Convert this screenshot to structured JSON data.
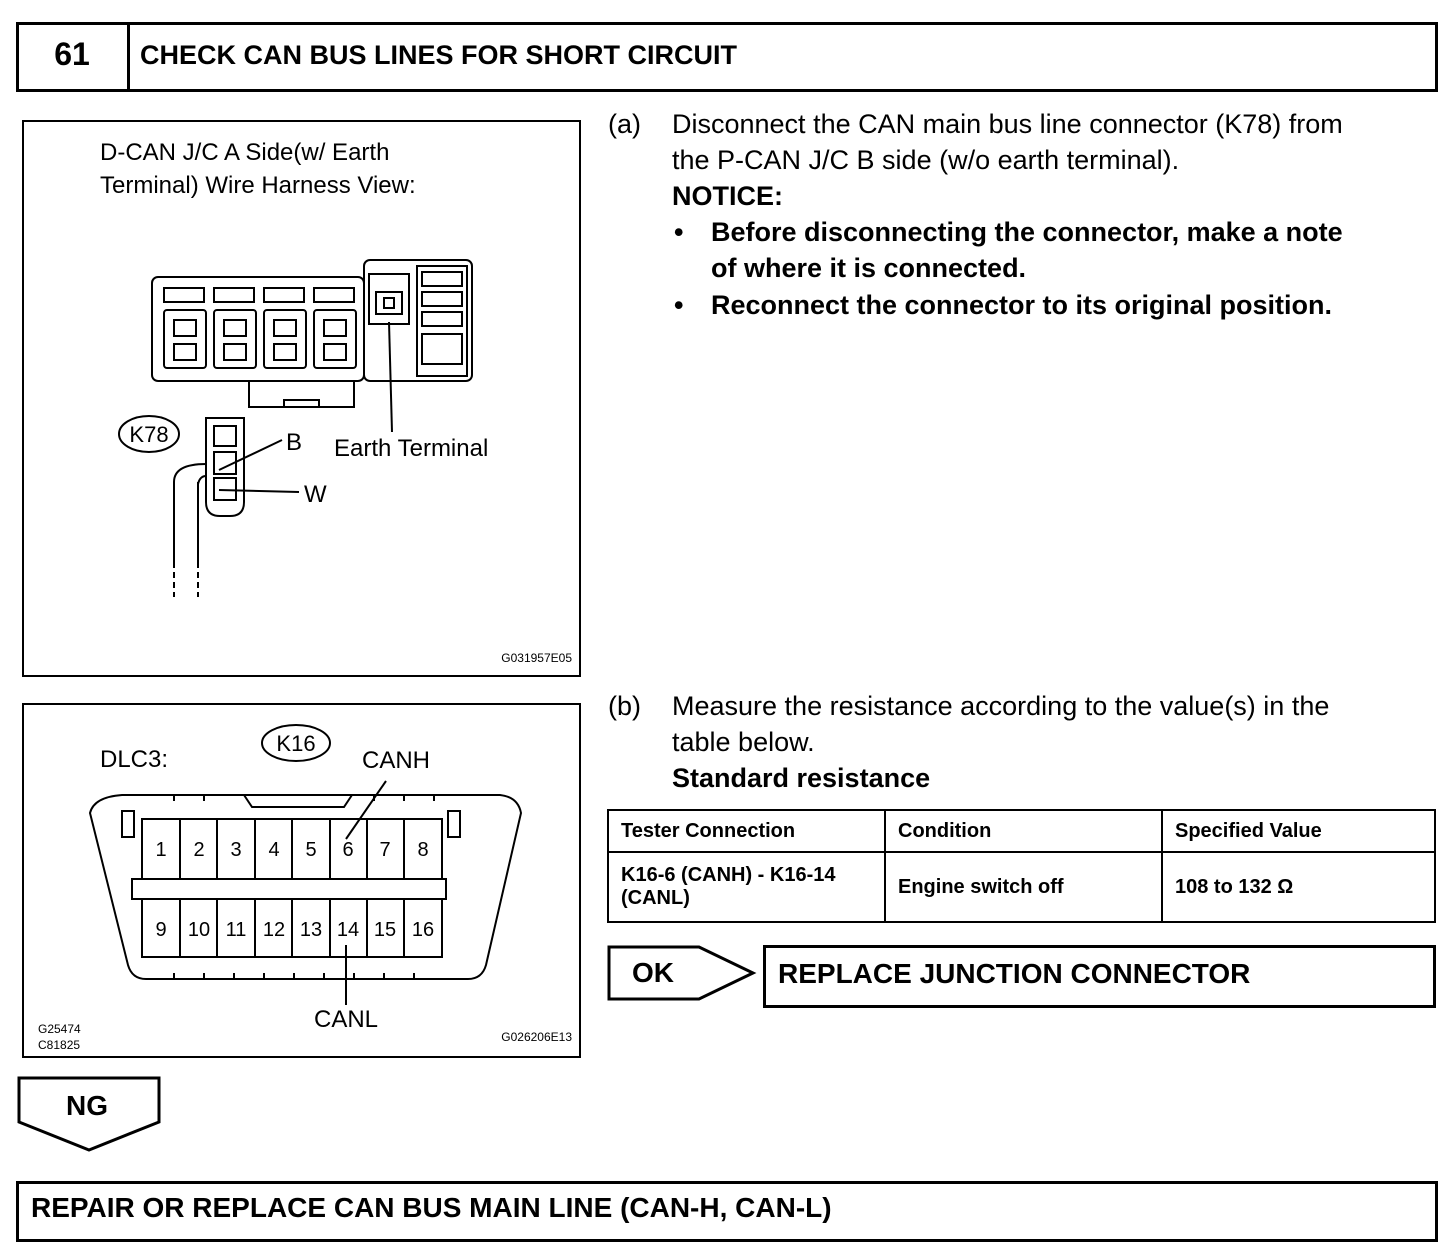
{
  "step": {
    "number": "61",
    "title": "CHECK CAN BUS LINES FOR SHORT CIRCUIT"
  },
  "figure1": {
    "title_line1": "D-CAN J/C A Side(w/ Earth",
    "title_line2": "Terminal) Wire Harness View:",
    "connector_label": "K78",
    "wire_b": "B",
    "wire_w": "W",
    "earth_label": "Earth Terminal",
    "figure_code": "G031957E05"
  },
  "figure2": {
    "title": "DLC3:",
    "connector_label": "K16",
    "canh_label": "CANH",
    "canl_label": "CANL",
    "pins_top": [
      "1",
      "2",
      "3",
      "4",
      "5",
      "6",
      "7",
      "8"
    ],
    "pins_bottom": [
      "9",
      "10",
      "11",
      "12",
      "13",
      "14",
      "15",
      "16"
    ],
    "code_left_1": "G25474",
    "code_left_2": "C81825",
    "figure_code": "G026206E13"
  },
  "instruction_a": {
    "marker": "(a)",
    "line1": "Disconnect the CAN main bus line connector (K78) from",
    "line2": "the P-CAN J/C B side (w/o earth terminal).",
    "notice_label": "NOTICE:",
    "bullets": [
      {
        "symbol": "•",
        "line1": "Before disconnecting the connector, make a note",
        "line2": "of where it is connected."
      },
      {
        "symbol": "•",
        "line1": "Reconnect the connector to its original position.",
        "line2": ""
      }
    ]
  },
  "instruction_b": {
    "marker": "(b)",
    "line1": "Measure the resistance according to the value(s) in the",
    "line2": "table below.",
    "standard_label": "Standard resistance"
  },
  "table": {
    "headers": [
      "Tester Connection",
      "Condition",
      "Specified Value"
    ],
    "rows": [
      {
        "connection_line1": "K16-6 (CANH) - K16-14",
        "connection_line2": "(CANL)",
        "condition": "Engine switch off",
        "value": "108 to 132 Ω"
      }
    ]
  },
  "result_ok": {
    "label": "OK",
    "action": "REPLACE JUNCTION CONNECTOR"
  },
  "result_ng": {
    "label": "NG",
    "action": "REPAIR OR REPLACE CAN BUS MAIN LINE (CAN-H, CAN-L)"
  }
}
